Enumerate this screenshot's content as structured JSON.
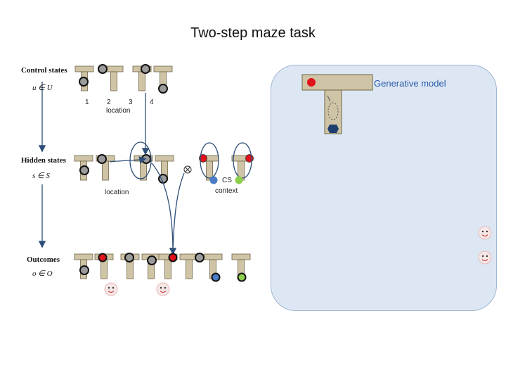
{
  "title": "Two-step maze task",
  "rows": {
    "control": {
      "label": "Control states",
      "math": "u ∈ U"
    },
    "hidden": {
      "label": "Hidden states",
      "math": "s ∈ S"
    },
    "outcomes": {
      "label": "Outcomes",
      "math": "o ∈ O"
    }
  },
  "location_numbers": [
    "1",
    "2",
    "3",
    "4"
  ],
  "location_label_control": "location",
  "location_label_hidden": "location",
  "cs_label": "CS",
  "context_label": "context",
  "generative_model_label": "Generative model",
  "colors": {
    "maze": "#cfc4a5",
    "maze_outline": "#6e6447",
    "token_fill": "#9c9c9c",
    "red": "#e0121c",
    "blue_cue": "#4a7cc8",
    "green_cue": "#8ccf4d",
    "navy": "#1e3f6e",
    "arrow": "#2d4e78",
    "panel": "#dde7f3"
  },
  "icons": [
    "smiley-icon",
    "kronecker-product-icon",
    "maze-t-icon"
  ]
}
